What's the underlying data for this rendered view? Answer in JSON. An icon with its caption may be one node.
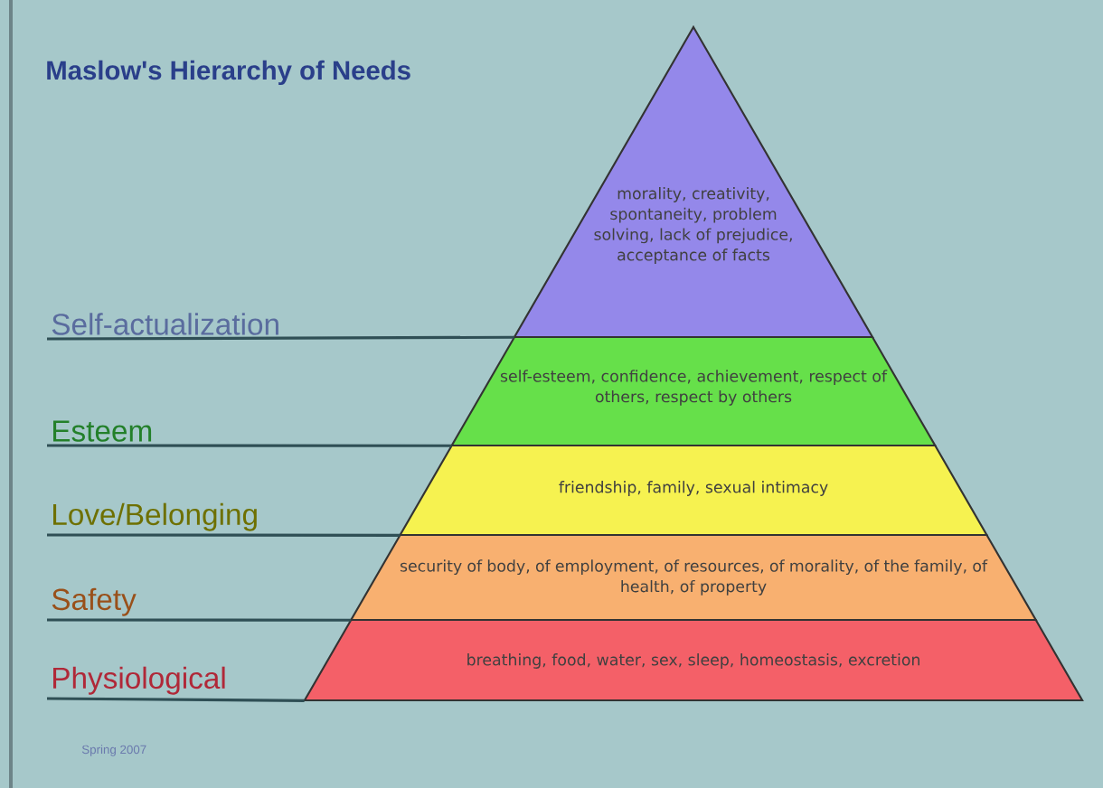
{
  "diagram": {
    "title": "Maslow's Hierarchy of Needs",
    "nodes": [
      {
        "text": [
          "morality, creativity, spontaneity, problem solving, lack of prejudice, acceptance of facts"
        ]
      },
      {
        "text": [
          "Self-actualization"
        ]
      },
      {
        "text": [
          "self-esteem, confidence, achievement, respect of others, respect by others"
        ]
      },
      {
        "text": [
          "Esteem"
        ]
      },
      {
        "text": [
          "friendship, family, sexual intimacy"
        ]
      },
      {
        "text": [
          "Love/Belonging"
        ]
      },
      {
        "text": [
          "security of body, of employment, of resources, of morality, of the family, of health, of property"
        ]
      },
      {
        "text": [
          "Safety"
        ]
      },
      {
        "text": [
          "breathing, food, water, sex, sleep, homeostasis, excretion"
        ]
      },
      {
        "text": [
          "Physiological"
        ]
      }
    ],
    "edges": [
      {
        "from": 1,
        "to": 0,
        "arrow": "none"
      },
      {
        "from": 3,
        "to": 2,
        "arrow": "none"
      },
      {
        "from": 5,
        "to": 4,
        "arrow": "none"
      },
      {
        "from": 7,
        "to": 6,
        "arrow": "none"
      },
      {
        "from": 9,
        "to": 8,
        "arrow": "none"
      }
    ],
    "labels": [
      "Spring 2007"
    ]
  }
}
